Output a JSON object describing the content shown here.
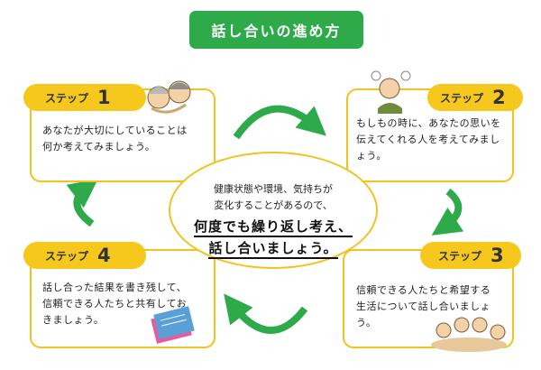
{
  "title": "話し合いの進め方",
  "steps": [
    {
      "label": "ステップ",
      "number": "1",
      "lines": [
        "あなたが大切にしていることは",
        "何か考えてみましょう。"
      ]
    },
    {
      "label": "ステップ",
      "number": "2",
      "lines": [
        "もしもの時に、あなたの思いを",
        "伝えてくれる人を考えてみまし",
        "ょう。"
      ]
    },
    {
      "label": "ステップ",
      "number": "3",
      "lines": [
        "信頼できる人たちと希望する",
        "生活について話し合いましょ",
        "う。"
      ]
    },
    {
      "label": "ステップ",
      "number": "4",
      "lines": [
        "話し合った結果を書き残して、",
        "信頼できる人たちと共有してお",
        "きましょう。"
      ]
    }
  ],
  "center": {
    "line1": "健康状態や環境、気持ちが",
    "line2": "変化することがあるので、",
    "emphasis1": "何度でも繰り返し考え、",
    "emphasis2": "話し合いましょう。"
  },
  "colors": {
    "title_bg": "#2eaa4a",
    "pill": "#f6c81d",
    "border": "#f3c220",
    "arrow": "#2eaa4a"
  }
}
